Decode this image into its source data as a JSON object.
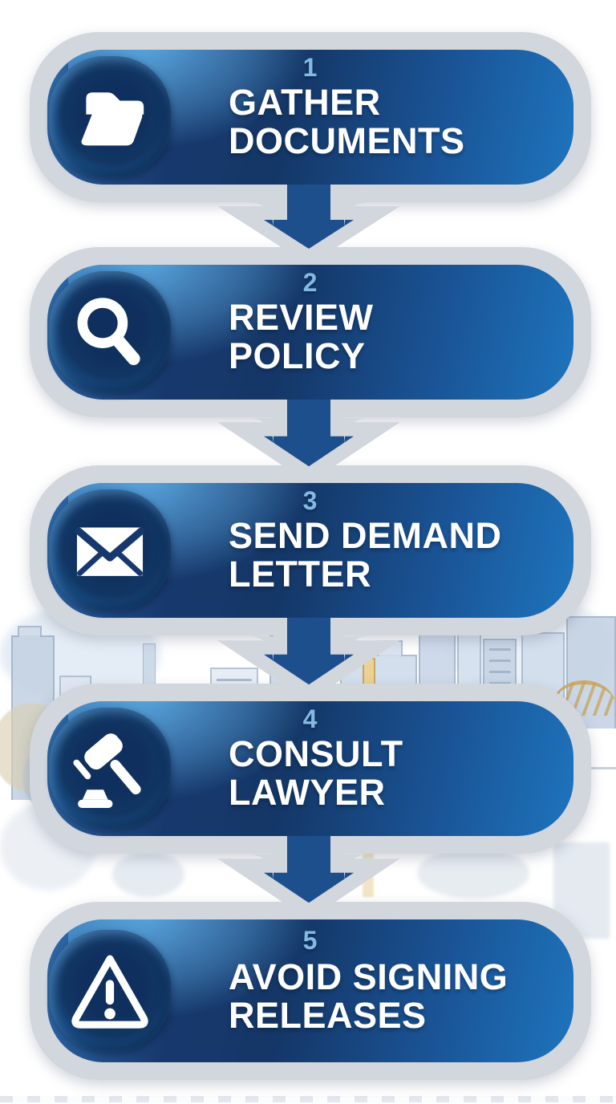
{
  "infographic": {
    "steps": [
      {
        "number": "1",
        "title_line1": "GATHER",
        "title_line2": "DOCUMENTS",
        "icon": "open-folder"
      },
      {
        "number": "2",
        "title_line1": "REVIEW",
        "title_line2": "POLICY",
        "icon": "magnifying-glass"
      },
      {
        "number": "3",
        "title_line1": "SEND DEMAND",
        "title_line2": "LETTER",
        "icon": "envelope"
      },
      {
        "number": "4",
        "title_line1": "CONSULT",
        "title_line2": "LAWYER",
        "icon": "gavel"
      },
      {
        "number": "5",
        "title_line1": "AVOID SIGNING",
        "title_line2": "RELEASES",
        "icon": "warning-triangle"
      }
    ],
    "colors": {
      "pill_dark_blue": "#143767",
      "pill_bright_blue": "#1e74bd",
      "border_gray": "#d2d6dd",
      "number_light_blue": "#83b9e5",
      "arrow_blue": "#1d4f8d",
      "title_white": "#ffffff",
      "bridge_yellow": "#caa458"
    }
  }
}
